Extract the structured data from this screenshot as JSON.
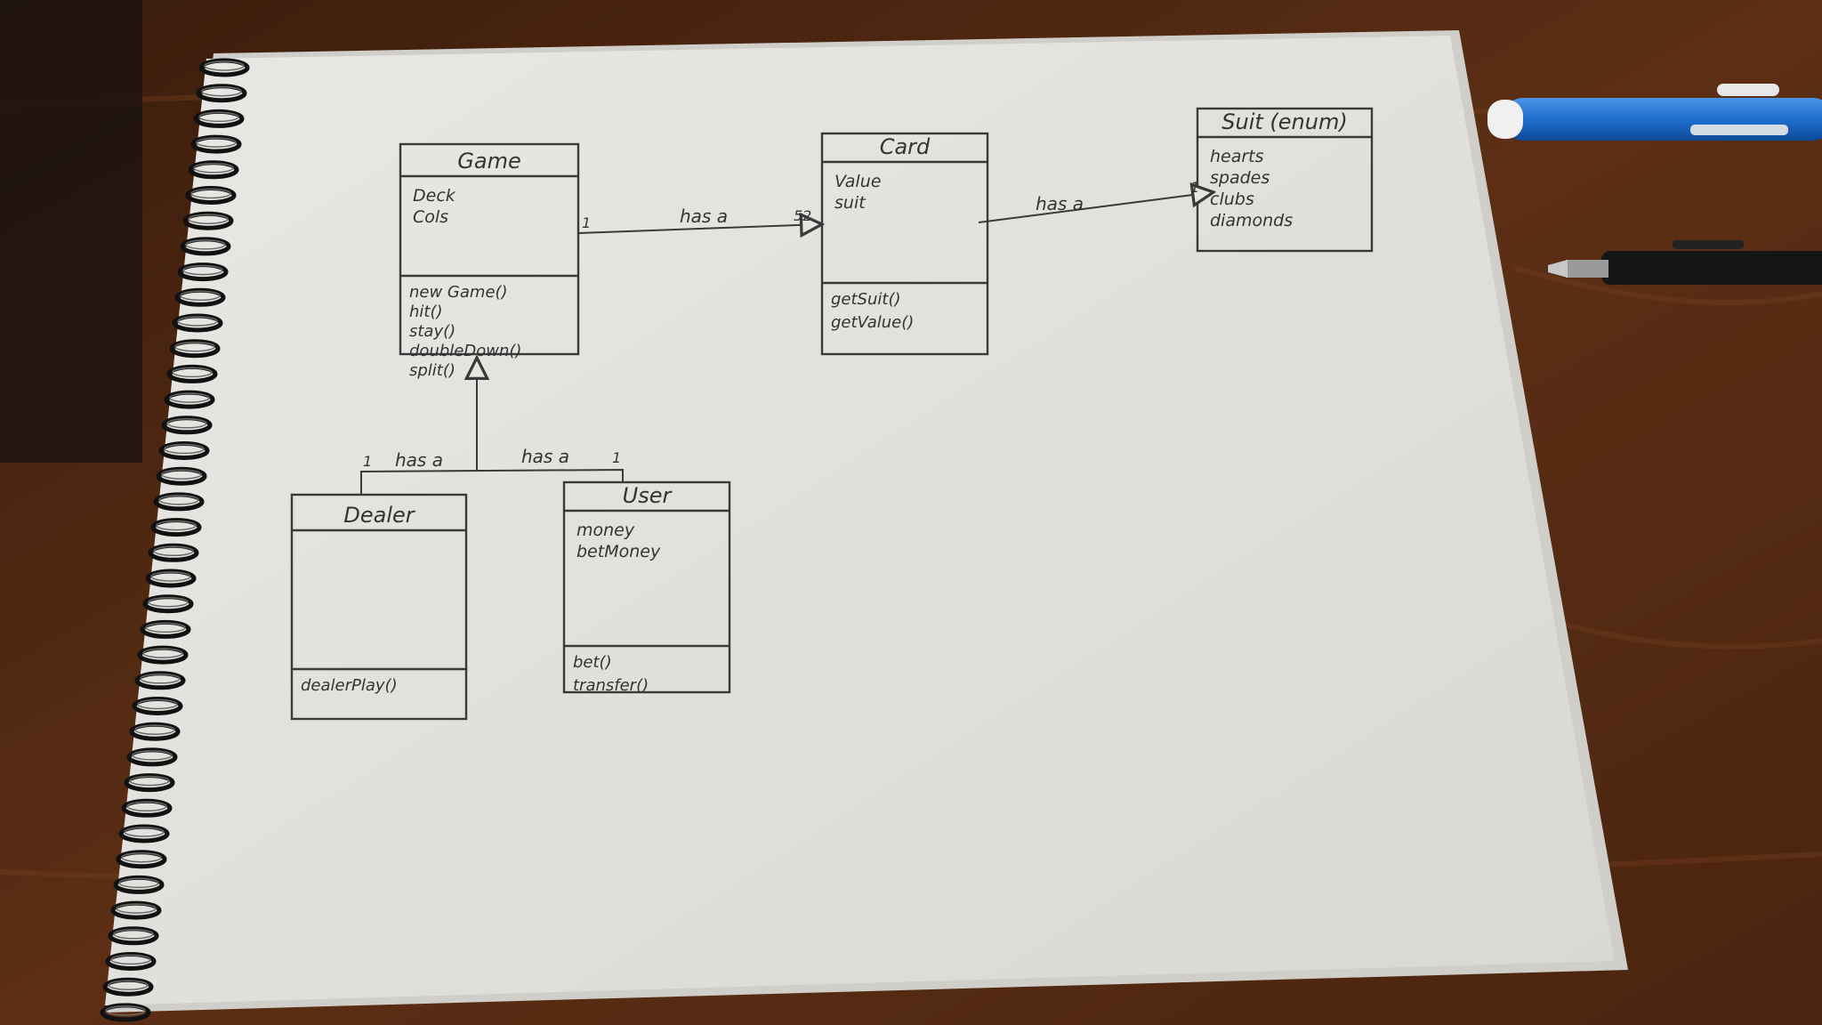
{
  "diagram": {
    "classes": [
      {
        "id": "game",
        "name": "Game",
        "attributes": [
          "Deck",
          "Cols"
        ],
        "methods": [
          "new Game()",
          "hit()",
          "stay()",
          "doubleDown()",
          "split()"
        ]
      },
      {
        "id": "card",
        "name": "Card",
        "attributes": [
          "Value",
          "suit"
        ],
        "methods": [
          "getSuit()",
          "getValue()"
        ]
      },
      {
        "id": "suit",
        "name": "Suit (enum)",
        "attributes": [
          "hearts",
          "spades",
          "clubs",
          "diamonds"
        ],
        "methods": []
      },
      {
        "id": "dealer",
        "name": "Dealer",
        "attributes": [],
        "methods": [
          "dealerPlay()"
        ]
      },
      {
        "id": "user",
        "name": "User",
        "attributes": [
          "money",
          "betMoney"
        ],
        "methods": [
          "bet()",
          "transfer()"
        ]
      }
    ],
    "relations": [
      {
        "from": "game",
        "to": "card",
        "label": "has a",
        "from_multiplicity": "1",
        "to_multiplicity": "52"
      },
      {
        "from": "card",
        "to": "suit",
        "label": "has a",
        "from_multiplicity": "",
        "to_multiplicity": "1"
      },
      {
        "from": "dealer",
        "to": "game",
        "label": "has a",
        "from_multiplicity": "1",
        "to_multiplicity": ""
      },
      {
        "from": "user",
        "to": "game",
        "label": "has a",
        "from_multiplicity": "1",
        "to_multiplicity": ""
      }
    ]
  },
  "colors": {
    "table": "#5a2e14",
    "paper": "#e4e3de",
    "ink": "#3a3a3a",
    "pen_blue": "#1f6fd0"
  }
}
